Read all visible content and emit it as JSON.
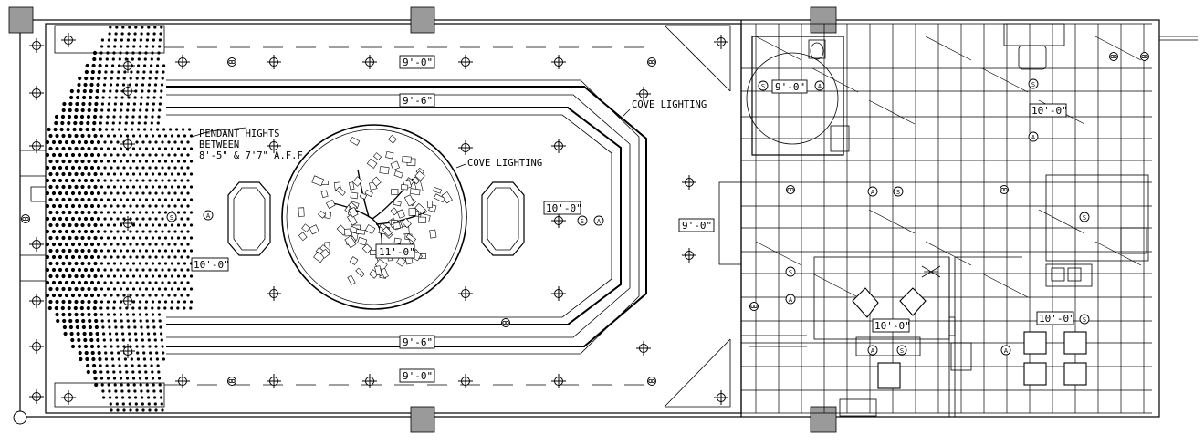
{
  "drawing": {
    "notes": {
      "pendant_line1": "PENDANT HIGHTS",
      "pendant_line2": "BETWEEN",
      "pendant_line3": "8'-5\" & 7'7\" A.F.F",
      "cove_upper": "COVE LIGHTING",
      "cove_center": "COVE LIGHTING"
    },
    "heights": {
      "top_outer": "9'-0\"",
      "top_inner": "9'-6\"",
      "bottom_inner": "9'-6\"",
      "bottom_outer": "9'-0\"",
      "center_dome": "11'-0\"",
      "hall_left": "10'-0\"",
      "hall_right": "10'-0\"",
      "entry_right": "9'-0\"",
      "toilet": "9'-0\"",
      "office_top": "10'-0\"",
      "office_middle": "10'-0\"",
      "office_right": "10'-0\""
    },
    "symbols": {
      "smoke": "S",
      "alarm": "A"
    }
  }
}
